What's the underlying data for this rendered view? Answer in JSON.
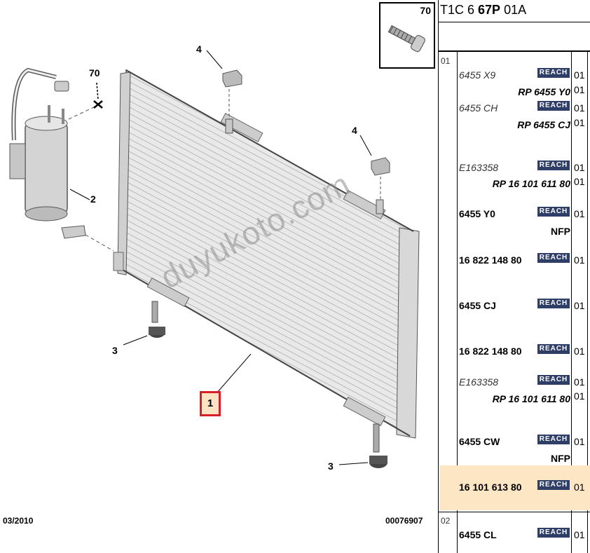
{
  "diagram": {
    "callouts": {
      "c70": "70",
      "c4a": "4",
      "c4b": "4",
      "c2": "2",
      "c3a": "3",
      "c3b": "3",
      "c1": "1"
    },
    "footer_date": "03/2010",
    "footer_code": "00076907",
    "watermark": "duyukoto.com"
  },
  "thumbnail": {
    "number": "70"
  },
  "panel": {
    "ref_prefix": "T1C 6 ",
    "ref_bold": "67P",
    "ref_suffix": " 01A",
    "groups": [
      "01",
      "02"
    ],
    "reach_label": "REACH",
    "rows": [
      {
        "part": "6455 X9",
        "qty": "01",
        "sub": "RP 6455 Y0",
        "sub_qty": "01"
      },
      {
        "part": "6455 CH",
        "qty": "01",
        "sub": "RP 6455 CJ",
        "sub_qty": "01"
      },
      {
        "part": "E163358",
        "qty": "01",
        "sub": "RP 16 101 611 80",
        "sub_qty": "01"
      },
      {
        "part": "6455 Y0",
        "qty": "01",
        "sub": "NFP"
      },
      {
        "part": "16 822 148 80",
        "qty": "01"
      },
      {
        "part": "6455 CJ",
        "qty": "01"
      },
      {
        "part": "16 822 148 80",
        "qty": "01"
      },
      {
        "part": "E163358",
        "qty": "01",
        "sub": "RP 16 101 611 80",
        "sub_qty": "01"
      },
      {
        "part": "6455 CW",
        "qty": "01",
        "sub": "NFP"
      },
      {
        "part": "16 101 613 80",
        "qty": "01"
      },
      {
        "part": "6455 CL",
        "qty": "01"
      }
    ]
  }
}
